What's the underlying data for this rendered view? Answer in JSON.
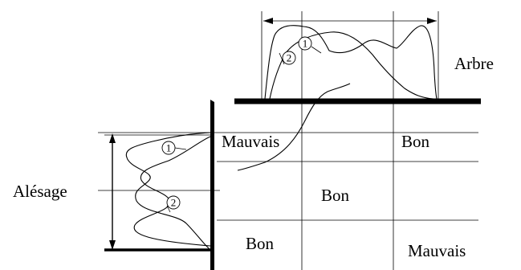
{
  "labels": {
    "arbre": "Arbre",
    "alesage": "Alésage",
    "mauvais_top_left": "Mauvais",
    "bon_top_right": "Bon",
    "bon_center": "Bon",
    "bon_bottom_left": "Bon",
    "mauvais_bottom_right": "Mauvais"
  },
  "curve_markers": {
    "shaft_1": "1",
    "shaft_2": "2",
    "bore_1": "1",
    "bore_2": "2"
  }
}
